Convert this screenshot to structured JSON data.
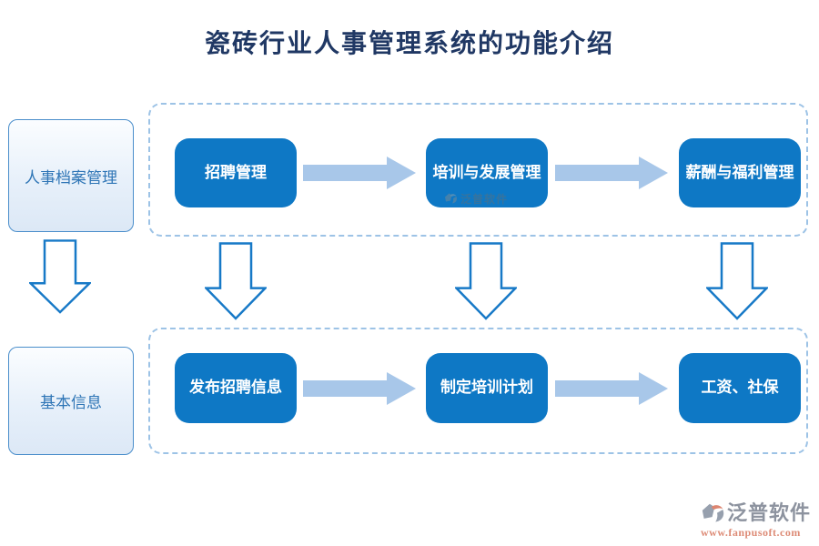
{
  "title": "瓷砖行业人事管理系统的功能介绍",
  "left_column": {
    "boxes": [
      {
        "label": "人事档案管理"
      },
      {
        "label": "基本信息"
      }
    ]
  },
  "process_rows": {
    "top": {
      "items": [
        {
          "label": "招聘管理"
        },
        {
          "label": "培训与发展管理"
        },
        {
          "label": "薪酬与福利管理"
        }
      ]
    },
    "bottom": {
      "items": [
        {
          "label": "发布招聘信息"
        },
        {
          "label": "制定培训计划"
        },
        {
          "label": "工资、社保"
        }
      ]
    }
  },
  "watermark": {
    "text": "泛普软件"
  },
  "footer": {
    "brand": "泛普软件",
    "url": "www.fanpusoft.com"
  },
  "colors": {
    "title_text": "#203864",
    "button_fill": "#0E78C5",
    "button_text": "#FFFFFF",
    "side_box_border": "#4A8ECB",
    "side_box_text": "#2E75B6",
    "dashed_border": "#9DC3E6",
    "flow_arrow_fill": "#A8C7E9",
    "down_arrow_stroke": "#1779C7",
    "brand_text": "#8D939F",
    "brand_url": "#DD8B76"
  }
}
